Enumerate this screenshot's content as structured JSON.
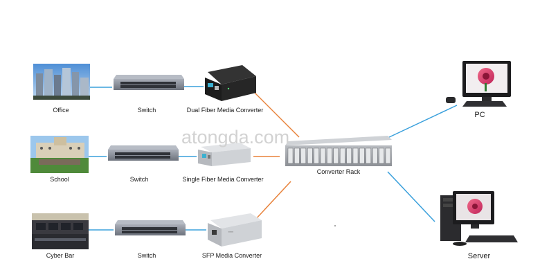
{
  "watermark": "atongda.com",
  "labels": {
    "office": "Office",
    "switch_1": "Switch",
    "dual_fiber": "Dual Fiber Media Converter",
    "school": "School",
    "switch_2": "Switch",
    "single_fiber": "Single Fiber Media Converter",
    "cyber_bar": "Cyber Bar",
    "switch_3": "Switch",
    "sfp": "SFP Media Converter",
    "converter_rack": "Converter Rack",
    "pc": "PC",
    "server": "Server"
  },
  "colors": {
    "copper_link": "#3aa0dc",
    "fiber_link": "#e8823a",
    "device_body": "#8a8f99",
    "converter_dark": "#222222",
    "converter_light": "#cfd2d6"
  }
}
